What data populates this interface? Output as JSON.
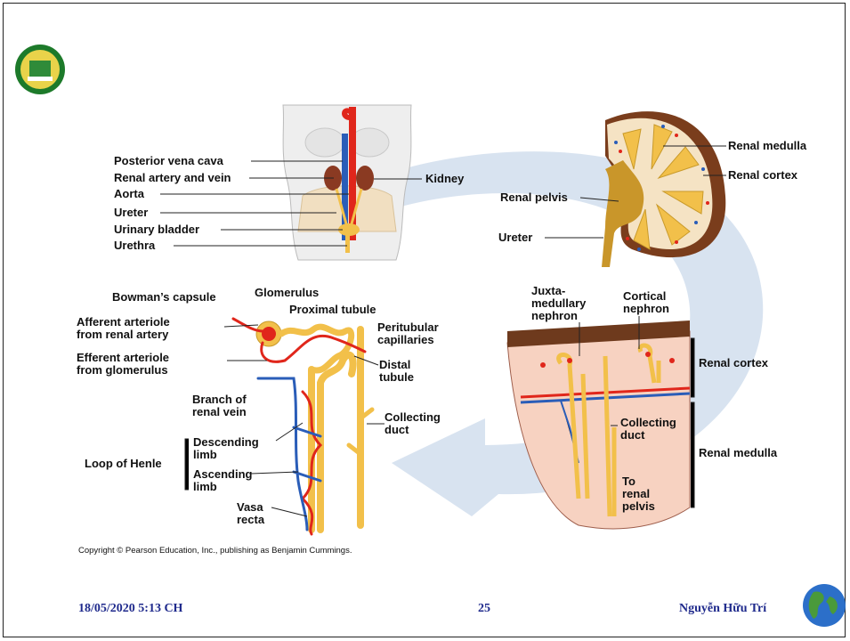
{
  "body_labels": {
    "posterior_vena_cava": "Posterior vena cava",
    "renal_artery_vein": "Renal artery and vein",
    "aorta": "Aorta",
    "ureter": "Ureter",
    "urinary_bladder": "Urinary bladder",
    "urethra": "Urethra",
    "kidney": "Kidney"
  },
  "kidney_labels": {
    "renal_medulla": "Renal medulla",
    "renal_cortex": "Renal cortex",
    "renal_pelvis": "Renal pelvis",
    "ureter": "Ureter"
  },
  "nephron_labels": {
    "bowmans_capsule": "Bowman’s capsule",
    "glomerulus": "Glomerulus",
    "proximal_tubule": "Proximal tubule",
    "afferent_arteriole": "Afferent arteriole\nfrom renal artery",
    "peritubular_capillaries": "Peritubular\ncapillaries",
    "efferent_arteriole": "Efferent arteriole\nfrom glomerulus",
    "distal_tubule": "Distal\ntubule",
    "branch_renal_vein": "Branch of\nrenal vein",
    "collecting_duct": "Collecting\nduct",
    "loop_of_henle": "Loop of Henle",
    "descending_limb": "Descending\nlimb",
    "ascending_limb": "Ascending\nlimb",
    "vasa_recta": "Vasa\nrecta"
  },
  "section_labels": {
    "juxtamedullary_nephron": "Juxta-\nmedullary\nnephron",
    "cortical_nephron": "Cortical\nnephron",
    "renal_cortex": "Renal cortex",
    "renal_medulla": "Renal medulla",
    "collecting_duct": "Collecting\nduct",
    "to_renal_pelvis": "To\nrenal\npelvis"
  },
  "copyright": "Copyright © Pearson Education, Inc., publishing as Benjamin Cummings.",
  "footer": {
    "date": "18/05/2020 5:13 CH",
    "page": "25",
    "author": "Nguyễn Hữu Trí"
  },
  "colors": {
    "artery": "#e0261b",
    "vein": "#2a5db8",
    "tubule": "#f2c04a",
    "footer_text": "#1f2a8c",
    "flow_arrow": "#d4e0ee"
  }
}
